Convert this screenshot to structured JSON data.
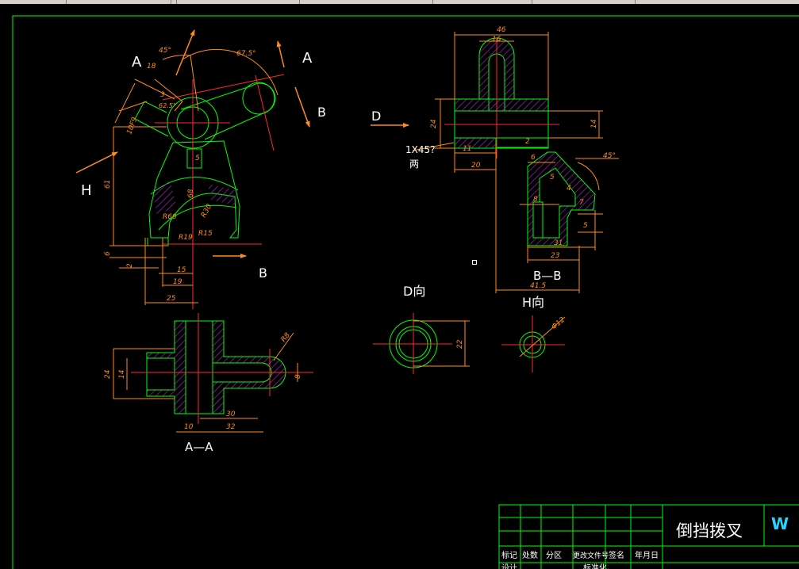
{
  "colors": {
    "background": "#000000",
    "outline": "#00ff00",
    "center": "#ff2a2a",
    "dimension": "#ff8c1a",
    "hatch": "#a020c0",
    "text": "#ffffff",
    "arrow": "#ff8c1a"
  },
  "dims": {
    "a45": "45°",
    "a675": "67.5°",
    "a625": "62.5°",
    "d18": "18",
    "d3": "3",
    "d10f9": "10F9",
    "d5": "5",
    "d61": "61",
    "r60": "R60",
    "d6": "6",
    "d2": "2",
    "d15": "15",
    "d19": "19",
    "d25": "25",
    "d68": "68",
    "r19": "R19",
    "r15": "R15",
    "r30": "R30",
    "bb46": "46",
    "bb16": "16",
    "bb24": "24",
    "bb14": "14",
    "bb11": "11",
    "bb20": "20",
    "bb2": "2",
    "bb6": "6",
    "bb5a": "5",
    "bb4": "4",
    "bb8": "8",
    "bb7": "7",
    "bb5b": "5",
    "bb31": "31",
    "bb23": "23",
    "bb415": "41.5",
    "bb45": "45°",
    "aa24": "24",
    "aa14": "14",
    "aa10": "10",
    "aa32": "32",
    "aa30": "30",
    "aa8": "8",
    "aar8": "R8",
    "d22": "22",
    "phi12": "Φ12"
  },
  "labels": {
    "a_left": "A",
    "a_right": "A",
    "b_top": "B",
    "b_bottom": "B",
    "h": "H",
    "d": "D",
    "chamfer": "1X45?",
    "chamfer2": "两",
    "section_bb": "B—B",
    "section_aa": "A—A",
    "view_d": "D向",
    "view_h": "H向"
  },
  "title_block": {
    "name": "倒挡拨叉",
    "headers": [
      "标记",
      "处数",
      "分区",
      "更改文件号",
      "签名",
      "年月日"
    ],
    "row2": [
      "设计",
      "标准化"
    ],
    "logo": "W"
  }
}
